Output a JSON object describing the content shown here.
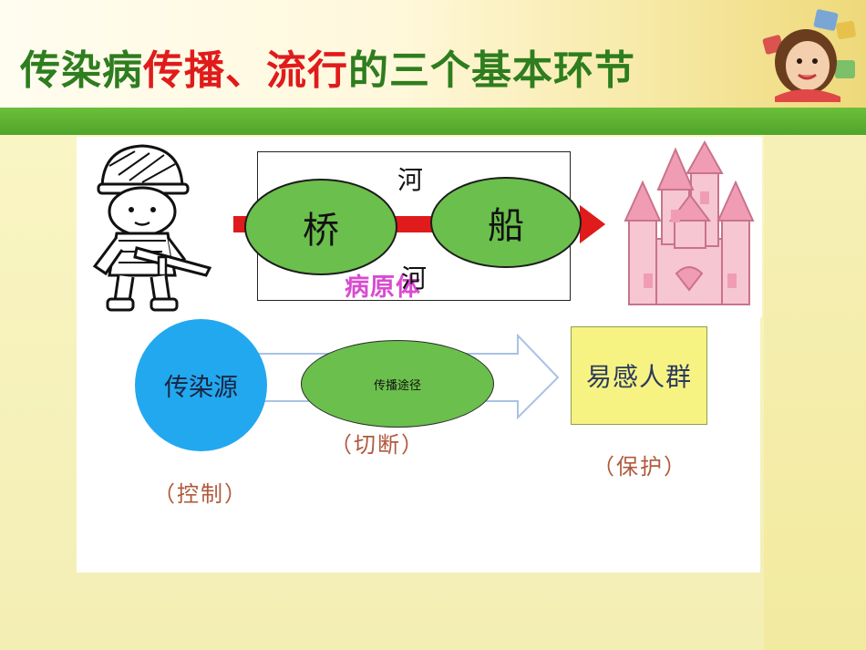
{
  "title": {
    "part1": "传染病",
    "part2": "传播、",
    "part3": "流行",
    "part4": "的三个基本环节"
  },
  "analogy": {
    "river_top": "河",
    "river_bottom": "河",
    "bridge": "桥",
    "boat": "船",
    "pathogen": "病原体"
  },
  "chain": {
    "source": "传染源",
    "route": "传播途径",
    "susceptible": "易感人群",
    "control": "（控制）",
    "cut": "（切断）",
    "protect": "（保护）"
  },
  "colors": {
    "title_green": "#2e7d1e",
    "title_red": "#e01b1b",
    "bar_green": "#4fa52a",
    "ellipse_green": "#6bbf4c",
    "source_blue": "#22a8ef",
    "crowd_yellow": "#f7f383",
    "pathogen_pink": "#d94bd0"
  }
}
